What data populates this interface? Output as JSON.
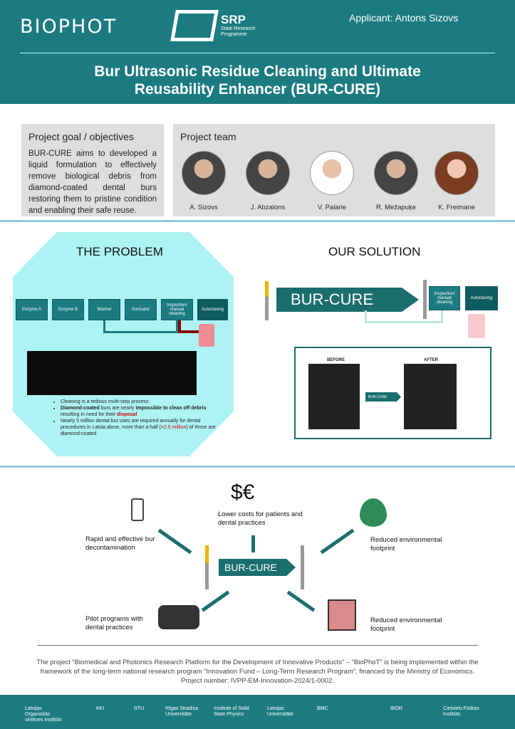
{
  "header": {
    "brand": "BIOPHOT",
    "srp_title": "SRP",
    "srp_subtitle": "State Research Programme",
    "applicant": "Applicant: Antons Sizovs",
    "title_line1": "Bur Ultrasonic Residue Cleaning and Ultimate",
    "title_line2": "Reusability Enhancer (BUR-CURE)"
  },
  "goal": {
    "heading": "Project goal / objectives",
    "text": "BUR-CURE aims to developed a liquid formulation to effectively remove biological debris from diamond-coated dental burs restoring them to pristine condition and enabling their safe reuse."
  },
  "team": {
    "heading": "Project team",
    "members": [
      "A. Sizovs",
      "J. Abzalons",
      "V. Palarie",
      "R. Mežapuķe",
      "K. Freimane"
    ]
  },
  "problem": {
    "heading": "THE PROBLEM",
    "steps": [
      "Enzyme A",
      "Enzyme B",
      "Washer",
      "Sonicator",
      "Inspection/ manual cleaning",
      "Autoclaving"
    ],
    "bullet1": "Cleaning is a tedious multi-step process",
    "bullet2a": "Diamond-coated",
    "bullet2b": " burs are nearly ",
    "bullet2c": "impossible to clean off debris",
    "bullet2d": " resulting in need for their ",
    "bullet2e": "disposal",
    "bullet3a": "Nearly 5 million dental bur uses are required annually for dental procedures in Latvia alone, more than a half (>",
    "bullet3b": "2.5 million",
    "bullet3c": ") of those are diamond-coated"
  },
  "solution": {
    "heading": "OUR SOLUTION",
    "product": "BUR-CURE",
    "steps": [
      "Inspection/ manual cleaning",
      "Autoclaving"
    ],
    "before": "BEFORE",
    "after": "AFTER",
    "mini_label": "BUR-CURE"
  },
  "benefits": {
    "center": "BUR-CURE",
    "costs": "Lower costs for patients and dental practices",
    "rapid": "Rapid and effective bur decontamination",
    "env1": "Reduced environmental footprint",
    "pilot": "Pilot programs with dental practices",
    "env2": "Reduced environmental footprint",
    "currency": "$€"
  },
  "funding": {
    "text": "The project “Biomedical and Photonics Research Platform for the Development of Innovative Products” – “BioPhoT” is being implemented within the framework of the long-term national research program “Innovation Fund – Long-Term Research Program”, financed by the Ministry of Economics.",
    "number": "Project number: IVPP-EM-Innovation-2024/1-0002."
  },
  "partners": [
    "Latvijas Organiskās sintēzes institūts",
    "KKI",
    "RTU",
    "Rīgas Stradiņa Universitāte",
    "Institute of Solid State Physics",
    "Latvijas Universitāte",
    "BMC",
    "BIOR",
    "Cietvielu Fizikas Institūts"
  ],
  "colors": {
    "teal": "#1b7b81",
    "cyan": "#aef3f3",
    "red": "#c00000"
  }
}
